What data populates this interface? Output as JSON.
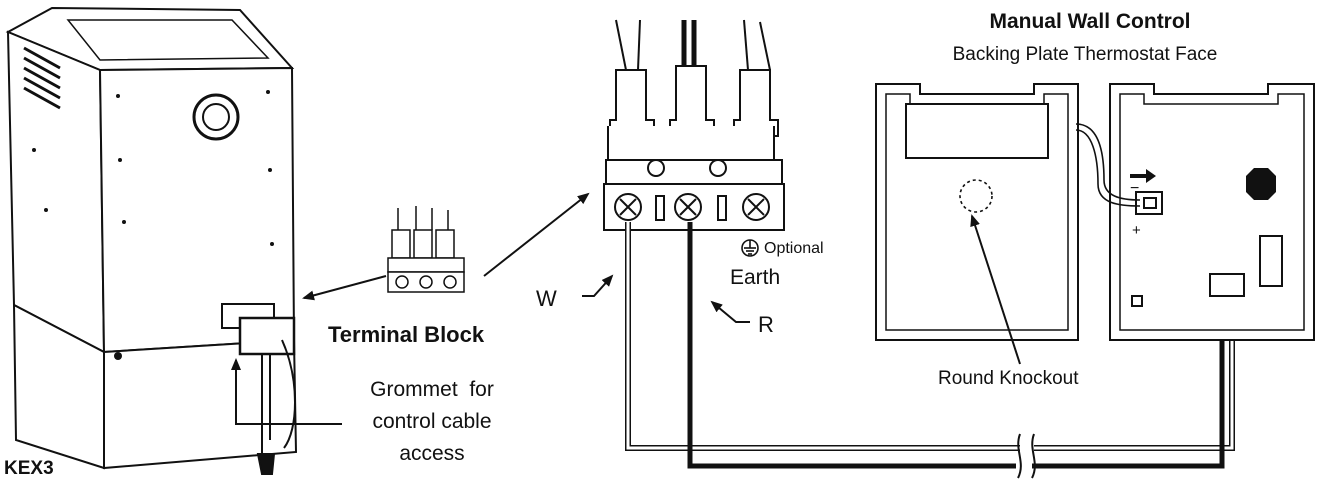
{
  "labels": {
    "kex3": "KEX3",
    "terminal_block": "Terminal Block",
    "grommet_line1": "Grommet  for",
    "grommet_line2": "control cable",
    "grommet_line3": "access",
    "wire_w": "W",
    "wire_r": "R",
    "earth": "Earth",
    "optional": "Optional",
    "manual_wall_control": "Manual Wall Control",
    "backing_plate_thermostat_face": "Backing Plate Thermostat Face",
    "round_knockout": "Round Knockout",
    "minus": "−",
    "plus": "+"
  },
  "icons": {
    "earth": "earth-ground-icon",
    "arrow": "pointer-arrow-icon"
  },
  "colors": {
    "line": "#111111",
    "fill": "#ffffff",
    "wire_black": "#111111",
    "wire_white_outline": "#222222"
  }
}
